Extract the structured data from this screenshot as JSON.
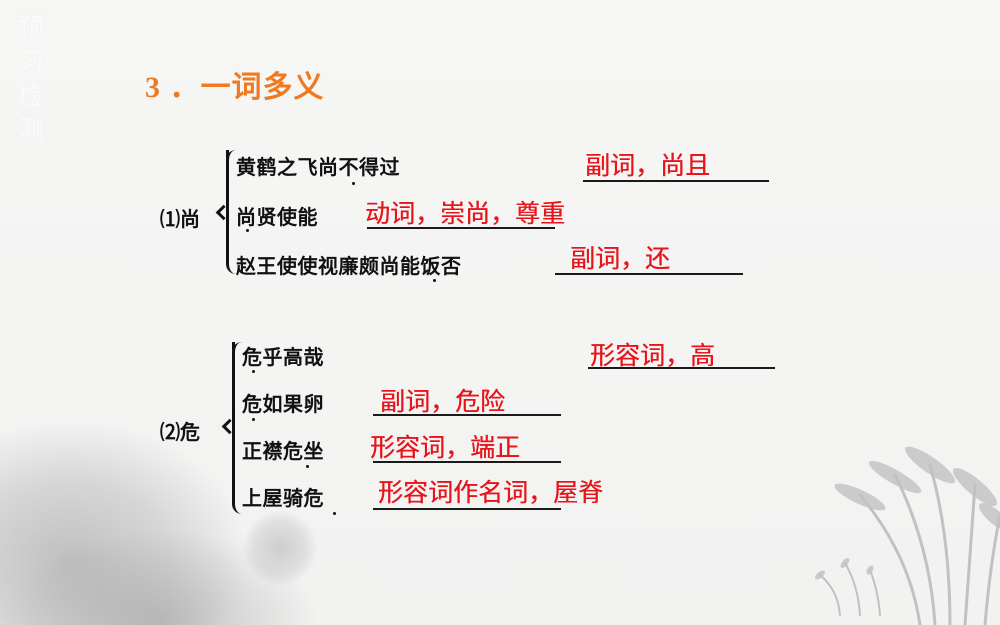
{
  "corner_tag": {
    "line1": "预 习",
    "line2": "检 测"
  },
  "title": {
    "number": "3 ．",
    "text": "一词多义"
  },
  "colors": {
    "title": "#f07a22",
    "answer": "#e8141c",
    "text": "#111111"
  },
  "groups": [
    {
      "label": "⑴尚",
      "entries": [
        {
          "sentence": "黄鹤之飞尚不得过",
          "dotted_char_index": 4,
          "answer": "副词，尚且"
        },
        {
          "sentence": "尚贤使能",
          "dotted_char_index": 0,
          "answer": "动词，崇尚，尊重"
        },
        {
          "sentence": "赵王使使视廉颇尚能饭否",
          "dotted_char_index": 7,
          "answer": "副词，还"
        }
      ]
    },
    {
      "label": "⑵危",
      "entries": [
        {
          "sentence": "危乎高哉",
          "dotted_char_index": 0,
          "answer": "形容词，高"
        },
        {
          "sentence": "危如果卵",
          "dotted_char_index": 0,
          "answer": "副词，危险"
        },
        {
          "sentence": "正襟危坐",
          "dotted_char_index": 2,
          "answer": "形容词，端正"
        },
        {
          "sentence": "上屋骑危",
          "dotted_char_index": 3,
          "answer": "形容词作名词，屋脊"
        }
      ]
    }
  ]
}
